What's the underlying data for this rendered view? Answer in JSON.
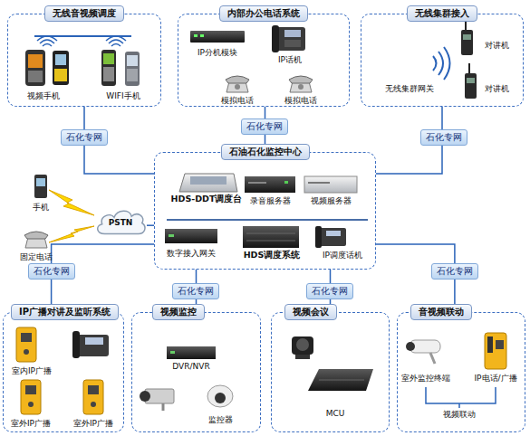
{
  "diagram": {
    "nodes": [
      {
        "text": [
          "无线音视频调度"
        ]
      },
      {
        "text": [
          "内部办公电话系统"
        ]
      },
      {
        "text": [
          "无线集群接入"
        ]
      },
      {
        "text": [
          "石油石化监控中心"
        ]
      },
      {
        "text": [
          "PSTN"
        ]
      },
      {
        "text": [
          "IP广播对讲及监听系统"
        ]
      },
      {
        "text": [
          "视频监控"
        ]
      },
      {
        "text": [
          "视频会议"
        ]
      },
      {
        "text": [
          "音视频联动"
        ]
      }
    ],
    "edges": [
      {
        "from": 0,
        "to": 3,
        "label": "石化专网",
        "arrow": "none"
      },
      {
        "from": 1,
        "to": 3,
        "label": "石化专网",
        "arrow": "none"
      },
      {
        "from": 2,
        "to": 3,
        "label": "石化专网",
        "arrow": "none"
      },
      {
        "from": 4,
        "to": 3,
        "arrow": "none"
      },
      {
        "from": 3,
        "to": 5,
        "label": "石化专网",
        "arrow": "none"
      },
      {
        "from": 3,
        "to": 6,
        "label": "石化专网",
        "arrow": "none"
      },
      {
        "from": 3,
        "to": 7,
        "label": "石化专网",
        "arrow": "none"
      },
      {
        "from": 3,
        "to": 8,
        "label": "石化专网",
        "arrow": "none"
      }
    ],
    "labels": [
      "视频手机",
      "WIFI手机",
      "IP分机模块",
      "IP话机",
      "模拟电话",
      "模拟电话",
      "对讲机",
      "无线集群网关",
      "对讲机",
      "HDS-DDT调度台",
      "录音服务器",
      "视频服务器",
      "数字接入网关",
      "HDS调度系统",
      "IP调度话机",
      "手机",
      "固定电话",
      "室内IP广播",
      "室外IP广播",
      "室外IP广播",
      "DVR/NVR",
      "监控器",
      "MCU",
      "室外监控终端",
      "IP电话/广播",
      "视频联动"
    ]
  }
}
